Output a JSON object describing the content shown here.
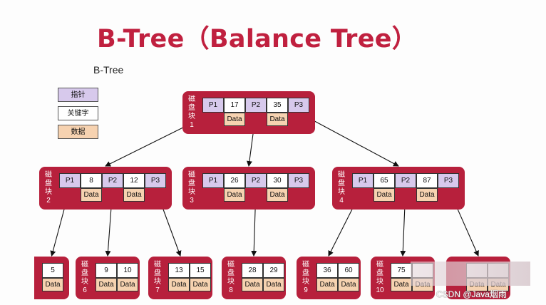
{
  "title": "B-Tree（Balance Tree）",
  "subtitle": "B-Tree",
  "legend": {
    "pointer": "指针",
    "key": "关键字",
    "data": "数据"
  },
  "block_label": "磁盘块",
  "data_label": "Data",
  "nodes": [
    {
      "num": "1",
      "cells": [
        "P1",
        "17",
        "P2",
        "35",
        "P3"
      ]
    },
    {
      "num": "2",
      "cells": [
        "P1",
        "8",
        "P2",
        "12",
        "P3"
      ]
    },
    {
      "num": "3",
      "cells": [
        "P1",
        "26",
        "P2",
        "30",
        "P3"
      ]
    },
    {
      "num": "4",
      "cells": [
        "P1",
        "65",
        "P2",
        "87",
        "P3"
      ]
    },
    {
      "num": "",
      "cells": [
        "5"
      ]
    },
    {
      "num": "6",
      "cells": [
        "9",
        "10"
      ]
    },
    {
      "num": "7",
      "cells": [
        "13",
        "15"
      ]
    },
    {
      "num": "8",
      "cells": [
        "28",
        "29"
      ]
    },
    {
      "num": "9",
      "cells": [
        "36",
        "60"
      ]
    },
    {
      "num": "10",
      "cells": [
        "75",
        ""
      ]
    },
    {
      "num": "",
      "cells": [
        "",
        ""
      ]
    }
  ],
  "watermark": "CSDN @Java烟雨",
  "colors": {
    "title": "#c0203f",
    "block": "#b7203c",
    "pointer": "#d7c9ec",
    "data": "#f6d2b0"
  }
}
